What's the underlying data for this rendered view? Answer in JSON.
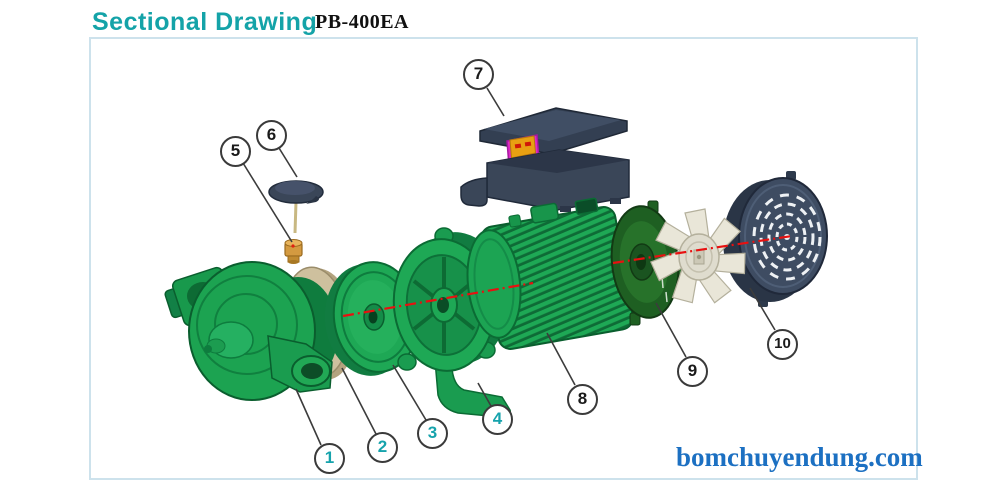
{
  "header": {
    "title": "Sectional Drawing",
    "model": "PB-400EA"
  },
  "watermark": "bomchuyendung.com",
  "colors": {
    "title_teal": "#14a3a8",
    "model_black": "#111111",
    "watermark_blue": "#1c70c2",
    "box_border": "#cde2ec",
    "callout_teal": "#16a3ac",
    "callout_black": "#1a1a1a",
    "part_green": "#1ea855",
    "part_green_dark": "#0b6b34",
    "end_cover_green": "#1e5f22",
    "navy": "#3a4658",
    "tan_disc": "#cec09e",
    "fan_ivory": "#e9e6d8",
    "brass": "#d49a40",
    "seal_orange": "#dd5212",
    "seal_magenta": "#c42cc4",
    "axis_red": "#e81010"
  },
  "callouts": [
    {
      "num": "1",
      "part": "pump-casing",
      "num_color": "teal"
    },
    {
      "num": "2",
      "part": "seal-plate-disc",
      "num_color": "teal"
    },
    {
      "num": "3",
      "part": "impeller",
      "num_color": "teal"
    },
    {
      "num": "4",
      "part": "pump-bracket",
      "num_color": "teal"
    },
    {
      "num": "5",
      "part": "priming-plug",
      "num_color": "black"
    },
    {
      "num": "6",
      "part": "cap",
      "num_color": "black"
    },
    {
      "num": "7",
      "part": "terminal-box",
      "num_color": "black"
    },
    {
      "num": "8",
      "part": "motor-body",
      "num_color": "black"
    },
    {
      "num": "9",
      "part": "end-cover",
      "num_color": "black"
    },
    {
      "num": "10",
      "part": "fan-cover",
      "num_color": "black"
    }
  ]
}
